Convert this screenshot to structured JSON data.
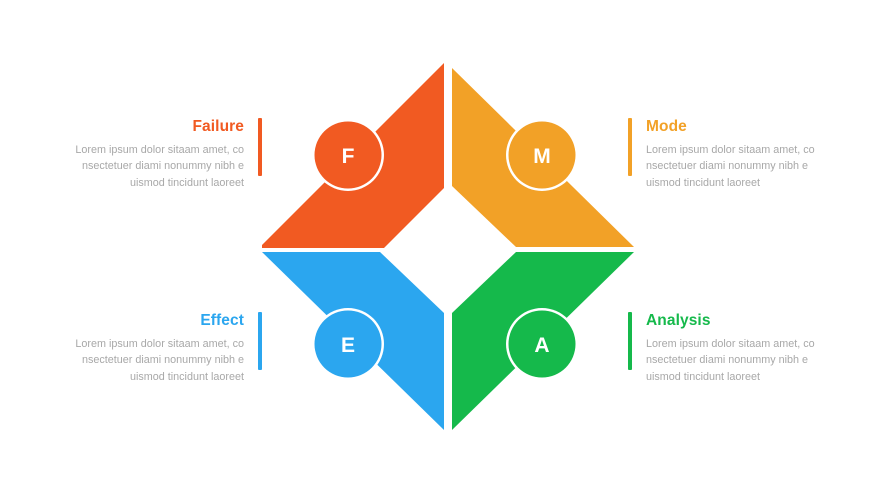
{
  "diagram": {
    "type": "fmea-diamond-infographic",
    "center_shape": "diamond",
    "segments": [
      {
        "key": "failure",
        "letter": "F",
        "title": "Failure",
        "description": "Lorem ipsum dolor sitaam amet, co nsectetuer diami nonummy  nibh e uismod tincidunt laoreet",
        "color": "#f15a22",
        "position": "top-left",
        "side": "left"
      },
      {
        "key": "mode",
        "letter": "M",
        "title": "Mode",
        "description": "Lorem ipsum dolor sitaam amet, co nsectetuer diami nonummy  nibh e uismod tincidunt laoreet",
        "color": "#f2a127",
        "position": "top-right",
        "side": "right"
      },
      {
        "key": "effect",
        "letter": "E",
        "title": "Effect",
        "description": "Lorem ipsum dolor sitaam amet, co nsectetuer diami nonummy  nibh e uismod tincidunt laoreet",
        "color": "#2ba6ef",
        "position": "bottom-left",
        "side": "left"
      },
      {
        "key": "analysis",
        "letter": "A",
        "title": "Analysis",
        "description": "Lorem ipsum dolor sitaam amet, co nsectetuer diami nonummy  nibh e uismod tincidunt laoreet",
        "color": "#15b94b",
        "position": "bottom-right",
        "side": "right"
      }
    ],
    "colors": {
      "background": "#ffffff",
      "body_text": "#a8a8a8",
      "gap": "#ffffff"
    }
  }
}
